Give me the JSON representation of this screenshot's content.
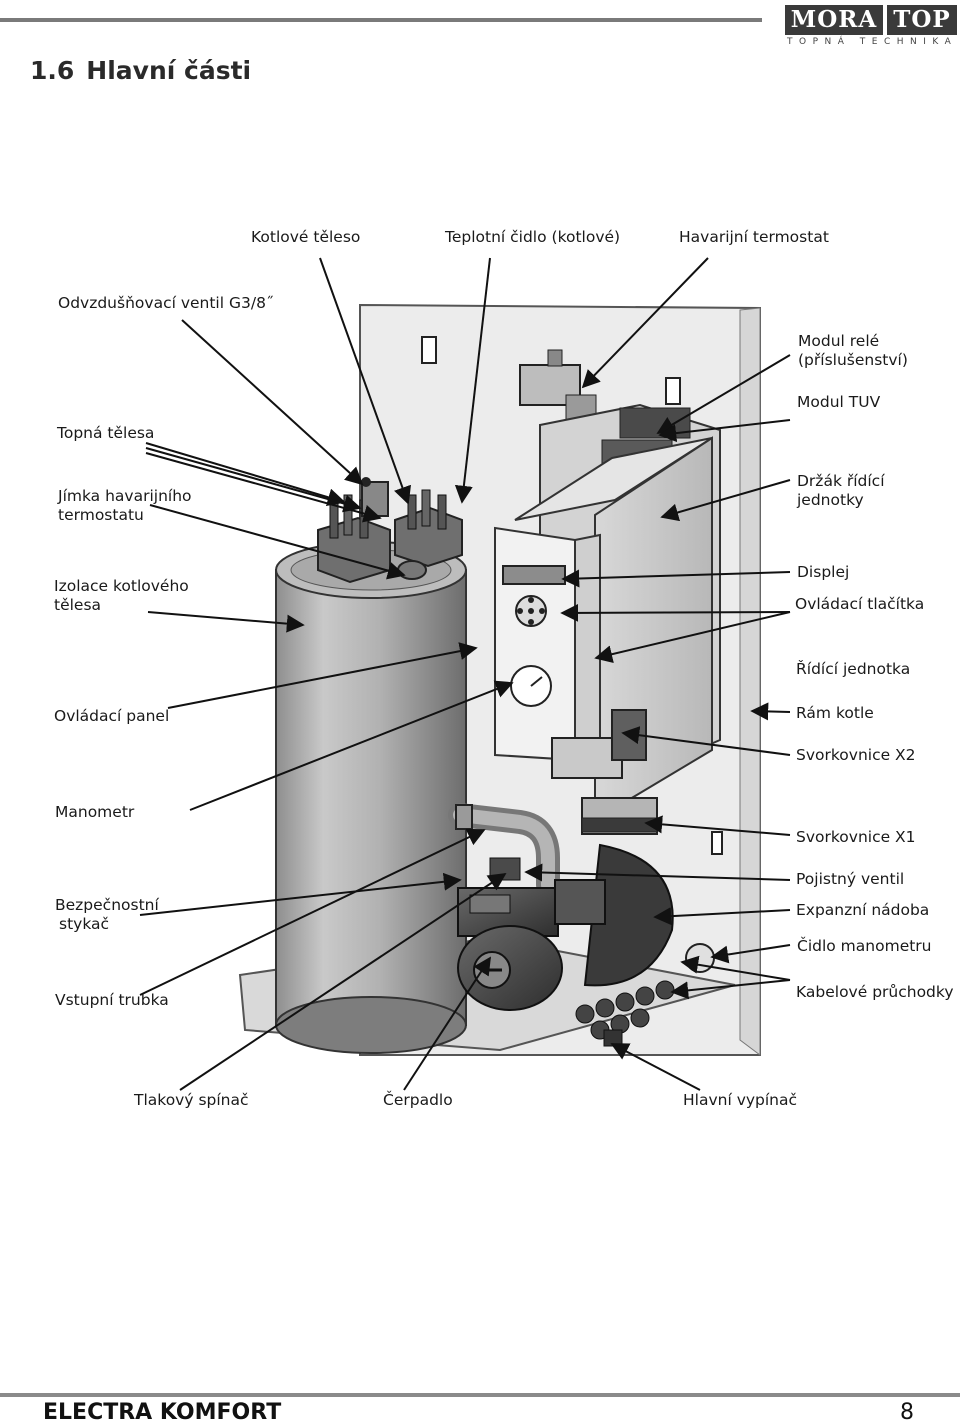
{
  "header": {
    "logo_left": "MORA",
    "logo_right": "TOP",
    "logo_tagline": "TOPNÁ TECHNIKA",
    "section_number": "1.6",
    "section_title": "Hlavní části"
  },
  "labels": {
    "kotlove_teleso": "Kotlové těleso",
    "teplotni_cidlo": "Teplotní čidlo (kotlové)",
    "havarijni_termostat": "Havarijní termostat",
    "odvzdusnovaci_ventil": "Odvzdušňovací ventil G3/8˝",
    "modul_rele_1": "Modul relé",
    "modul_rele_2": "(příslušenství)",
    "modul_tuv": "Modul TUV",
    "topna_telesa": "Topná tělesa",
    "jimka_1": "Jímka havarijního",
    "jimka_2": "termostatu",
    "drzak_1": "Držák řídící",
    "drzak_2": "jednotky",
    "izolace_1": "Izolace kotlového",
    "izolace_2": "tělesa",
    "displej": "Displej",
    "ovladaci_tlacitka": "Ovládací tlačítka",
    "ridici_jednotka": "Řídící jednotka",
    "ovladaci_panel": "Ovládací panel",
    "ram_kotle": "Rám kotle",
    "svorkovnice_x2": "Svorkovnice X2",
    "manometr": "Manometr",
    "svorkovnice_x1": "Svorkovnice X1",
    "pojistny_ventil": "Pojistný ventil",
    "bezpecnostni_1": "Bezpečnostní",
    "bezpecnostni_2": "stykač",
    "expanzni_nadoba": "Expanzní nádoba",
    "cidlo_manometru": "Čidlo manometru",
    "vstupni_trubka": "Vstupní trubka",
    "kabelove_pruchodky": "Kabelové průchodky",
    "tlakovy_spinac": "Tlakový spínač",
    "cerpadlo": "Čerpadlo",
    "hlavni_vypinac": "Hlavní vypínač"
  },
  "footer": {
    "product": "ELECTRA KOMFORT",
    "page": "8"
  }
}
